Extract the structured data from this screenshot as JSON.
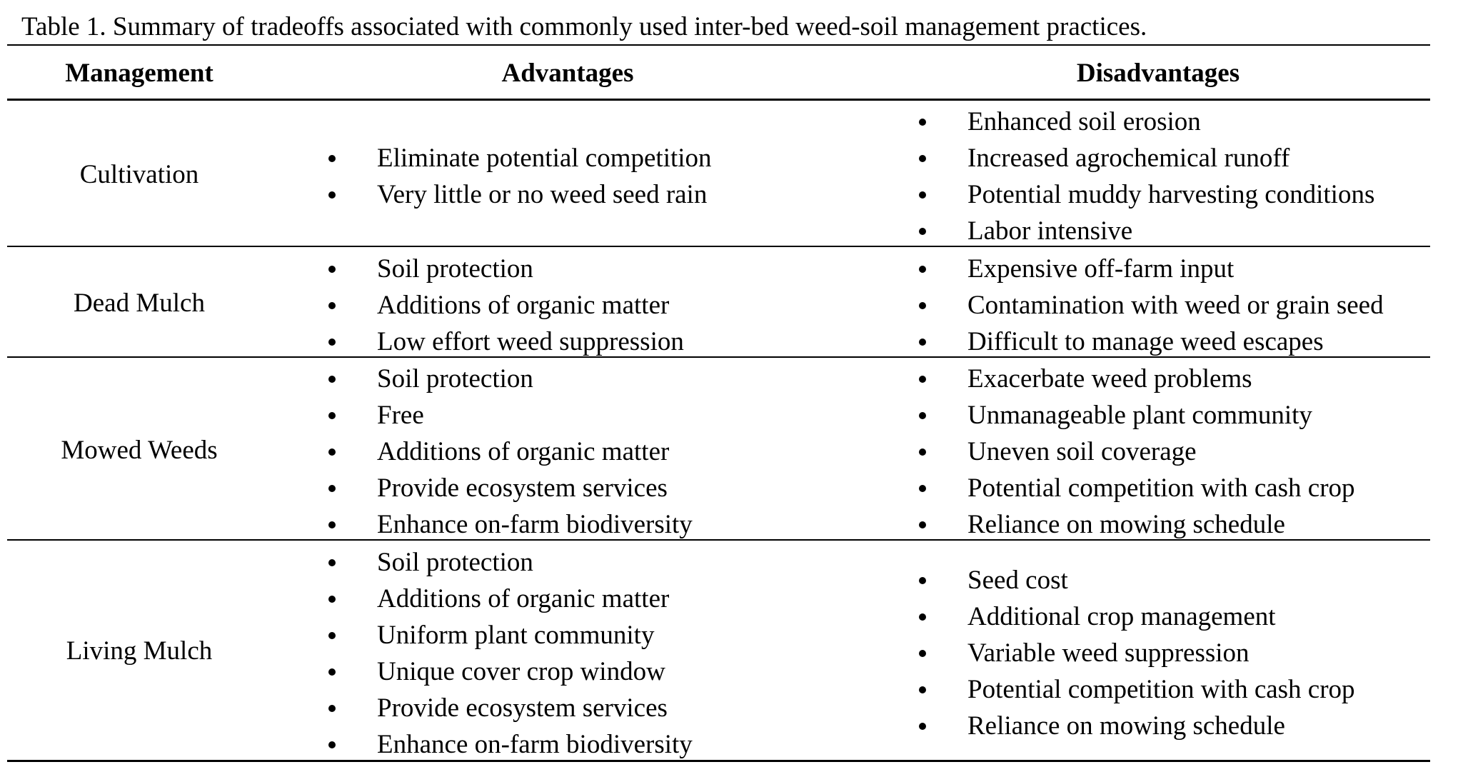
{
  "caption": "Table 1. Summary of tradeoffs associated with commonly used inter-bed weed-soil management practices.",
  "headers": {
    "management": "Management",
    "advantages": "Advantages",
    "disadvantages": "Disadvantages"
  },
  "rows": [
    {
      "management": "Cultivation",
      "advantages": [
        "Eliminate potential competition",
        "Very little or no weed seed rain"
      ],
      "disadvantages": [
        "Enhanced soil erosion",
        "Increased agrochemical runoff",
        "Potential muddy harvesting conditions",
        "Labor intensive"
      ]
    },
    {
      "management": "Dead Mulch",
      "advantages": [
        "Soil protection",
        "Additions of organic matter",
        "Low effort weed suppression"
      ],
      "disadvantages": [
        "Expensive off-farm input",
        "Contamination with weed or grain seed",
        "Difficult to manage weed escapes"
      ]
    },
    {
      "management": "Mowed Weeds",
      "advantages": [
        "Soil protection",
        "Free",
        "Additions of organic matter",
        "Provide ecosystem services",
        "Enhance on-farm biodiversity"
      ],
      "disadvantages": [
        "Exacerbate weed problems",
        "Unmanageable plant community",
        "Uneven soil coverage",
        "Potential competition with cash crop",
        "Reliance on mowing schedule"
      ]
    },
    {
      "management": "Living Mulch",
      "advantages": [
        "Soil protection",
        "Additions of organic matter",
        "Uniform plant community",
        "Unique cover crop window",
        "Provide ecosystem services",
        "Enhance on-farm biodiversity"
      ],
      "disadvantages": [
        "Seed cost",
        "Additional crop management",
        "Variable weed suppression",
        "Potential competition with cash crop",
        "Reliance on mowing schedule"
      ]
    }
  ]
}
